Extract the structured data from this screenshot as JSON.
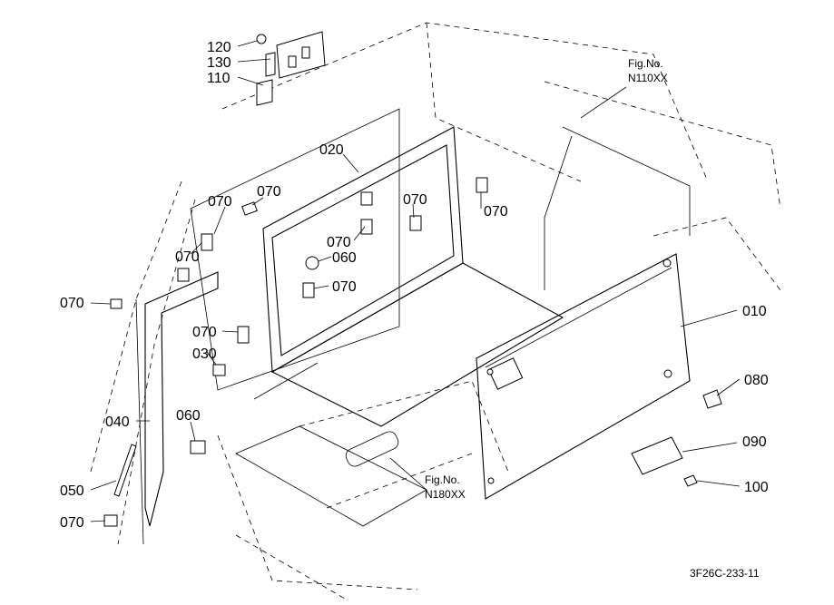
{
  "parts": [
    {
      "id": "p120",
      "number": "120"
    },
    {
      "id": "p130",
      "number": "130"
    },
    {
      "id": "p110",
      "number": "110"
    },
    {
      "id": "p020",
      "number": "020"
    },
    {
      "id": "p070a",
      "number": "070"
    },
    {
      "id": "p070b",
      "number": "070"
    },
    {
      "id": "p070c",
      "number": "070"
    },
    {
      "id": "p070d",
      "number": "070"
    },
    {
      "id": "p070e",
      "number": "070"
    },
    {
      "id": "p070f",
      "number": "070"
    },
    {
      "id": "p070g",
      "number": "070"
    },
    {
      "id": "p070h",
      "number": "070"
    },
    {
      "id": "p070i",
      "number": "070"
    },
    {
      "id": "p070j",
      "number": "070"
    },
    {
      "id": "p060a",
      "number": "060"
    },
    {
      "id": "p060b",
      "number": "060"
    },
    {
      "id": "p030",
      "number": "030"
    },
    {
      "id": "p040",
      "number": "040"
    },
    {
      "id": "p050",
      "number": "050"
    },
    {
      "id": "p010",
      "number": "010"
    },
    {
      "id": "p080",
      "number": "080"
    },
    {
      "id": "p090",
      "number": "090"
    },
    {
      "id": "p100",
      "number": "100"
    }
  ],
  "references": {
    "fig_top": {
      "line1": "Fig.No.",
      "line2": "N110XX"
    },
    "fig_bottom": {
      "line1": "Fig.No.",
      "line2": "N180XX"
    }
  },
  "drawing_code": "3F26C-233-11"
}
